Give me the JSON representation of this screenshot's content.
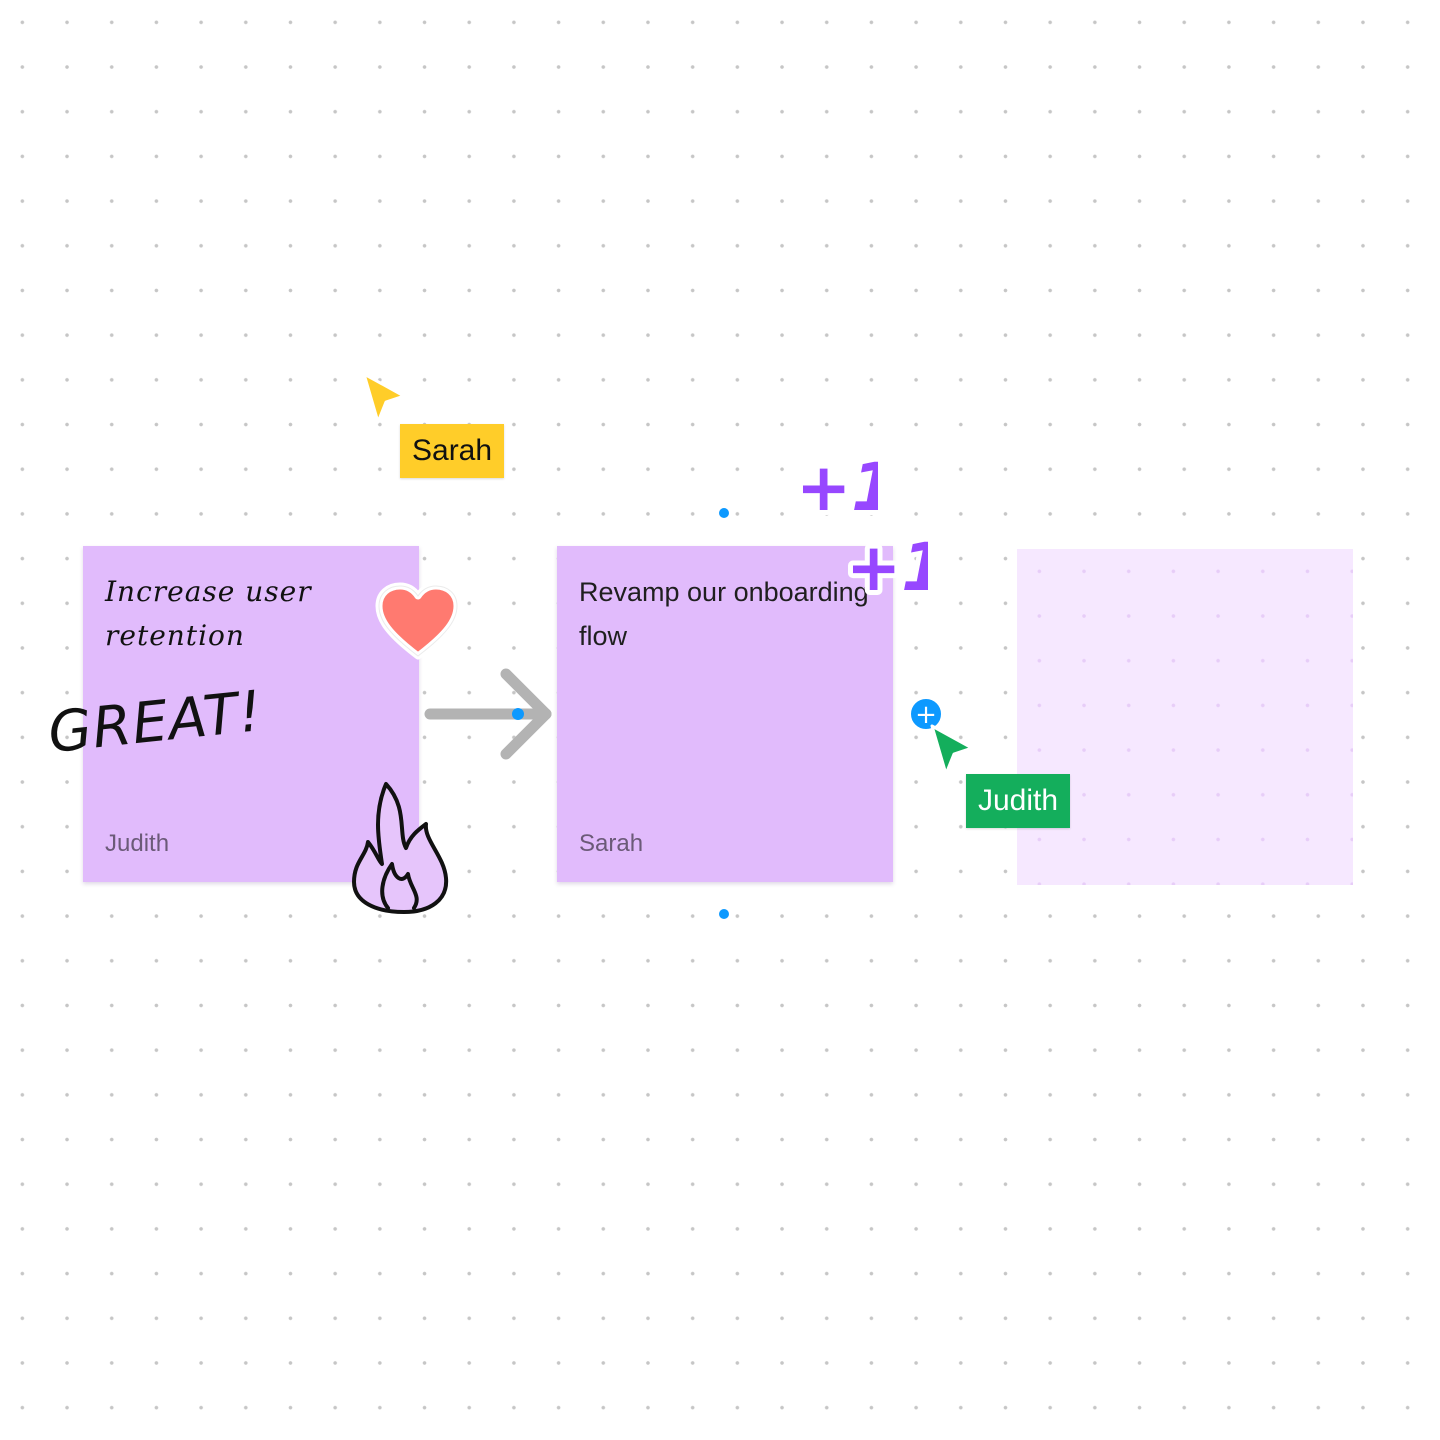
{
  "board": {
    "notes": [
      {
        "text": "Increase user retention",
        "author": "Judith"
      },
      {
        "text": "Revamp our onboarding flow",
        "author": "Sarah"
      },
      {
        "text": "",
        "author": ""
      }
    ],
    "stamps": {
      "great": "GREAT!",
      "plus_one": "+1"
    },
    "cursors": {
      "sarah": {
        "name": "Sarah",
        "color": "#ffcd29"
      },
      "judith": {
        "name": "Judith",
        "color": "#14ae5c"
      }
    },
    "add_button": {
      "label": "+"
    },
    "colors": {
      "sticky": "#e1bbfc",
      "sticky_ghost": "#f6e8ff",
      "selection": "#0d99ff",
      "stamp_purple": "#9747ff"
    },
    "icons": [
      "heart-icon",
      "fire-icon",
      "arrow-right-icon",
      "cursor-arrow-icon"
    ]
  }
}
